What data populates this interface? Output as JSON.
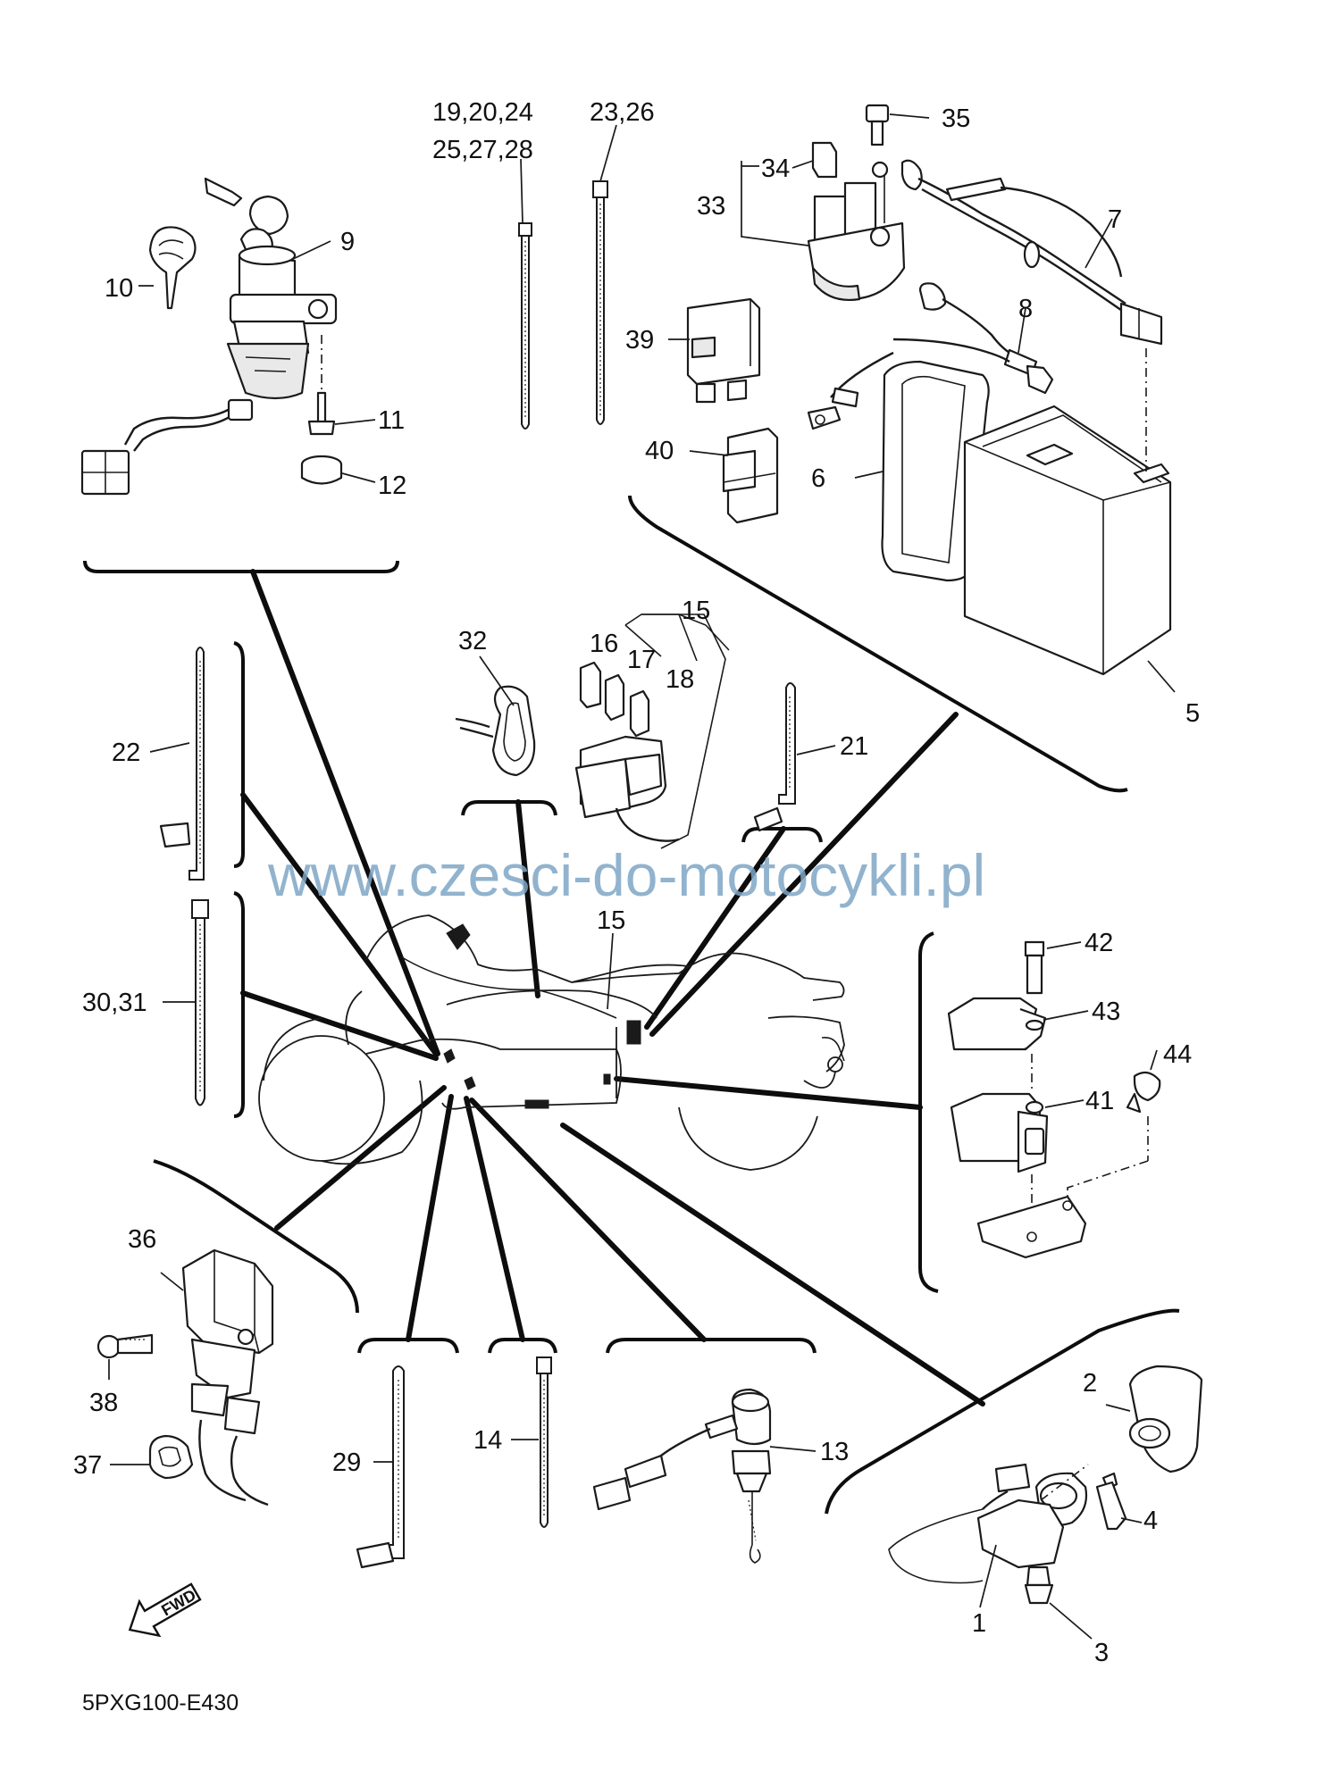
{
  "diagram": {
    "watermark": "www.czesci-do-motocykli.pl",
    "drawing_code": "5PXG100-E430",
    "direction_label": "FWD",
    "callouts": [
      {
        "id": "c1",
        "text": "1"
      },
      {
        "id": "c2",
        "text": "2"
      },
      {
        "id": "c3",
        "text": "3"
      },
      {
        "id": "c4",
        "text": "4"
      },
      {
        "id": "c5",
        "text": "5"
      },
      {
        "id": "c6",
        "text": "6"
      },
      {
        "id": "c7",
        "text": "7"
      },
      {
        "id": "c8",
        "text": "8"
      },
      {
        "id": "c9",
        "text": "9"
      },
      {
        "id": "c10",
        "text": "10"
      },
      {
        "id": "c11",
        "text": "11"
      },
      {
        "id": "c12",
        "text": "12"
      },
      {
        "id": "c13",
        "text": "13"
      },
      {
        "id": "c14",
        "text": "14"
      },
      {
        "id": "c15a",
        "text": "15"
      },
      {
        "id": "c15b",
        "text": "15"
      },
      {
        "id": "c16",
        "text": "16"
      },
      {
        "id": "c17",
        "text": "17"
      },
      {
        "id": "c18",
        "text": "18"
      },
      {
        "id": "c19",
        "text": "19,20,24"
      },
      {
        "id": "c25",
        "text": "25,27,28"
      },
      {
        "id": "c21",
        "text": "21"
      },
      {
        "id": "c22",
        "text": "22"
      },
      {
        "id": "c23",
        "text": "23,26"
      },
      {
        "id": "c29",
        "text": "29"
      },
      {
        "id": "c30",
        "text": "30,31"
      },
      {
        "id": "c32",
        "text": "32"
      },
      {
        "id": "c33",
        "text": "33"
      },
      {
        "id": "c34",
        "text": "34"
      },
      {
        "id": "c35",
        "text": "35"
      },
      {
        "id": "c36",
        "text": "36"
      },
      {
        "id": "c37",
        "text": "37"
      },
      {
        "id": "c38",
        "text": "38"
      },
      {
        "id": "c39",
        "text": "39"
      },
      {
        "id": "c40",
        "text": "40"
      },
      {
        "id": "c41",
        "text": "41"
      },
      {
        "id": "c42",
        "text": "42"
      },
      {
        "id": "c43",
        "text": "43"
      },
      {
        "id": "c44",
        "text": "44"
      }
    ]
  }
}
